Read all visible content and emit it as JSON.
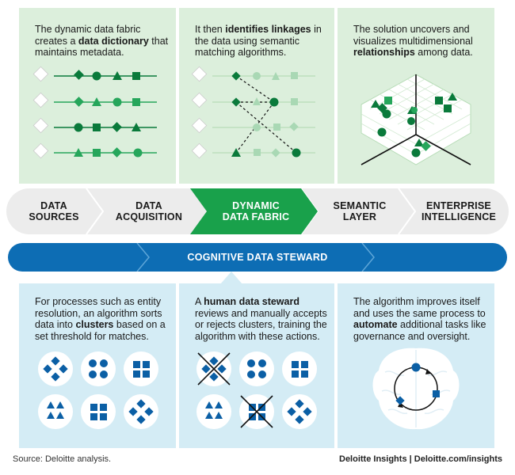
{
  "colors": {
    "green_dark": "#0a7a3b",
    "green_mid": "#26a65b",
    "green_light": "#dcefdc",
    "green_stage": "#19a14b",
    "blue_dark": "#0b5fa5",
    "blue_steward": "#0d6db4",
    "blue_light": "#d4ecf5",
    "band_grey": "#ececec"
  },
  "panels_top": [
    {
      "pre": "The dynamic data fabric creates a ",
      "bold": "data dictionary",
      "post": " that maintains metadata."
    },
    {
      "pre": "It then ",
      "bold": "identifies linkages",
      "post": " in the data using semantic matching algorithms."
    },
    {
      "pre": "The solution uncovers and visualizes multidimensional ",
      "bold": "relationships",
      "post": " among data."
    }
  ],
  "stages": [
    {
      "line1": "DATA",
      "line2": "SOURCES"
    },
    {
      "line1": "DATA",
      "line2": "ACQUISITION"
    },
    {
      "line1": "DYNAMIC",
      "line2": "DATA FABRIC"
    },
    {
      "line1": "SEMANTIC",
      "line2": "LAYER"
    },
    {
      "line1": "ENTERPRISE",
      "line2": "INTELLIGENCE"
    }
  ],
  "steward_label": "COGNITIVE DATA STEWARD",
  "panels_bottom": [
    {
      "pre": "For processes such as entity resolution, an algorithm sorts data into ",
      "bold": "clusters",
      "post": " based on a set threshold for matches."
    },
    {
      "pre": "A ",
      "bold": "human data steward",
      "post": " reviews and manually accepts or rejects clusters, training the algorithm with these actions."
    },
    {
      "pre": "The algorithm improves itself and uses the same process to ",
      "bold": "automate",
      "post": " additional tasks like governance and oversight."
    }
  ],
  "footer": {
    "source": "Source: Deloitte analysis.",
    "brand": "Deloitte Insights | Deloitte.com/insights"
  }
}
